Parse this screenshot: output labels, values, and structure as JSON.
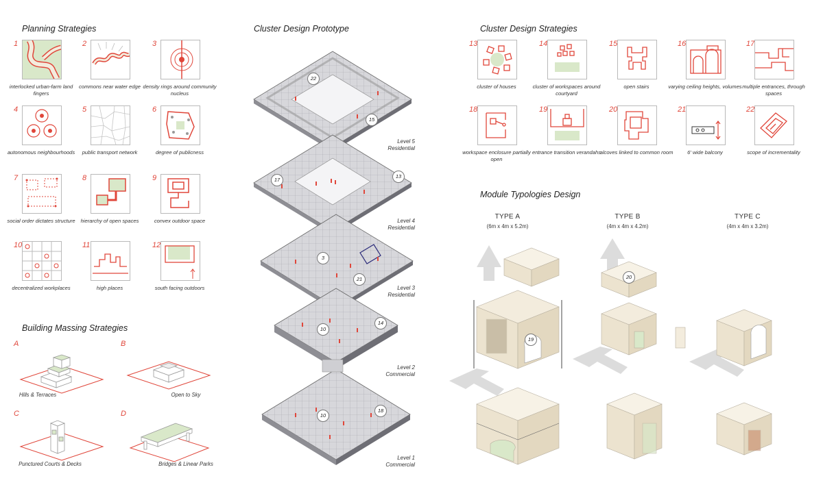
{
  "planning": {
    "title": "Planning  Strategies",
    "items": [
      {
        "num": "1",
        "caption": "interlocked urban-farm land fingers"
      },
      {
        "num": "2",
        "caption": "commons near water edge"
      },
      {
        "num": "3",
        "caption": "density rings around community nucleus"
      },
      {
        "num": "4",
        "caption": "autonomous neighbourhoods"
      },
      {
        "num": "5",
        "caption": "public transport network"
      },
      {
        "num": "6",
        "caption": "degree of publicness"
      },
      {
        "num": "7",
        "caption": "social order dictates structure"
      },
      {
        "num": "8",
        "caption": "hierarchy of open spaces"
      },
      {
        "num": "9",
        "caption": "convex outdoor space"
      },
      {
        "num": "10",
        "caption": "decentralized workplaces"
      },
      {
        "num": "11",
        "caption": "high places"
      },
      {
        "num": "12",
        "caption": "south facing outdoors"
      }
    ]
  },
  "massing": {
    "title": "Building Massing Strategies",
    "items": [
      {
        "letter": "A",
        "caption": "Hills & Terraces"
      },
      {
        "letter": "B",
        "caption": "Open to Sky"
      },
      {
        "letter": "C",
        "caption": "Punctured Courts & Decks"
      },
      {
        "letter": "D",
        "caption": "Bridges & Linear Parks"
      }
    ]
  },
  "prototype": {
    "title": "Cluster Design Prototype",
    "levels": [
      {
        "line1": "Level 5",
        "line2": "Residential"
      },
      {
        "line1": "Level 4",
        "line2": "Residential"
      },
      {
        "line1": "Level 3",
        "line2": "Residential"
      },
      {
        "line1": "Level 2",
        "line2": "Commercial"
      },
      {
        "line1": "Level 1",
        "line2": "Commercial"
      }
    ],
    "badges": [
      "22",
      "15",
      "17",
      "13",
      "3",
      "21",
      "14",
      "10",
      "10",
      "18"
    ]
  },
  "cluster": {
    "title": "Cluster Design Strategies",
    "items": [
      {
        "num": "13",
        "caption": "cluster of houses"
      },
      {
        "num": "14",
        "caption": "cluster of workspaces around courtyard"
      },
      {
        "num": "15",
        "caption": "open stairs"
      },
      {
        "num": "16",
        "caption": "varying ceiling heights, volumes"
      },
      {
        "num": "17",
        "caption": "multiple entrances, through spaces"
      },
      {
        "num": "18",
        "caption": "workspace enclosure partially open"
      },
      {
        "num": "19",
        "caption": "entrance transition verandahs"
      },
      {
        "num": "20",
        "caption": "alcoves linked to common room"
      },
      {
        "num": "21",
        "caption": "6' wide balcony"
      },
      {
        "num": "22",
        "caption": "scope of incrementality"
      }
    ]
  },
  "modules": {
    "title": "Module Typologies Design",
    "types": [
      {
        "name": "TYPE A",
        "dims": "(6m x 4m x 5.2m)",
        "badge": "19"
      },
      {
        "name": "TYPE B",
        "dims": "(4m x 4m x 4.2m)",
        "badge": "20"
      },
      {
        "name": "TYPE C",
        "dims": "(4m x 4m x 3.2m)",
        "badge": ""
      }
    ]
  },
  "colors": {
    "accent": "#e0463a",
    "green": "#d9e8c9",
    "wall": "#f3ecdd",
    "floor": "#d9d9dc"
  }
}
